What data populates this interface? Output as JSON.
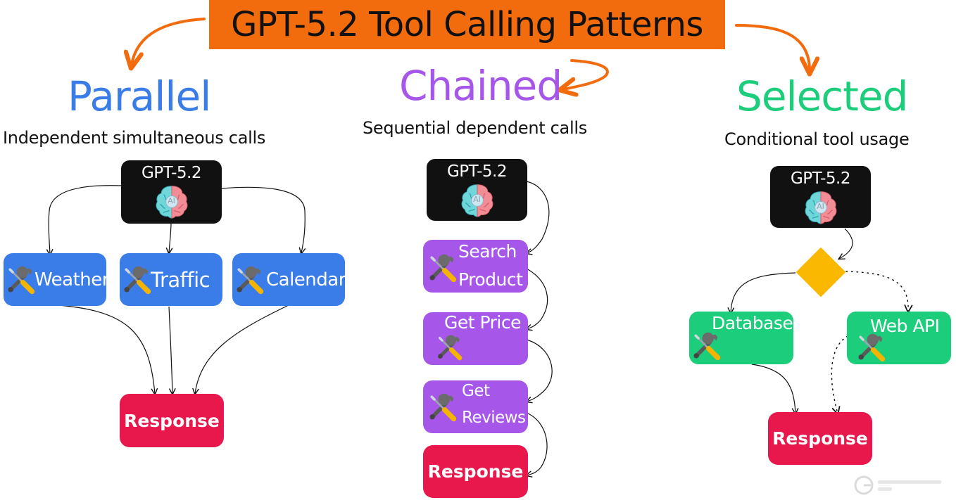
{
  "title": "GPT-5.2 Tool Calling Patterns",
  "colors": {
    "banner": "#f26b0d",
    "parallel": "#3b7de8",
    "chained": "#a657ea",
    "selected": "#1cce7c",
    "response": "#e8184d",
    "decision": "#fbb800",
    "model": "#111111",
    "arrow_accent": "#f26b0d"
  },
  "parallel": {
    "heading": "Parallel",
    "subtitle": "Independent simultaneous calls",
    "model_label": "GPT-5.2",
    "model_badge": "AI",
    "tools": [
      "Weather",
      "Traffic",
      "Calendar"
    ],
    "response": "Response"
  },
  "chained": {
    "heading": "Chained",
    "subtitle": "Sequential dependent calls",
    "model_label": "GPT-5.2",
    "model_badge": "AI",
    "tools": [
      {
        "line1": "Search",
        "line2": "Product"
      },
      {
        "line1": "Get Price",
        "line2": ""
      },
      {
        "line1": "Get",
        "line2": "Reviews"
      }
    ],
    "response": "Response"
  },
  "selected": {
    "heading": "Selected",
    "subtitle": "Conditional tool usage",
    "model_label": "GPT-5.2",
    "model_badge": "AI",
    "tools": [
      "Database",
      "Web API"
    ],
    "response": "Response"
  },
  "icons": {
    "tool": "wrench-screwdriver-icon",
    "model": "brain-icon",
    "decision": "diamond-icon",
    "watermark": "logo-watermark-icon"
  }
}
